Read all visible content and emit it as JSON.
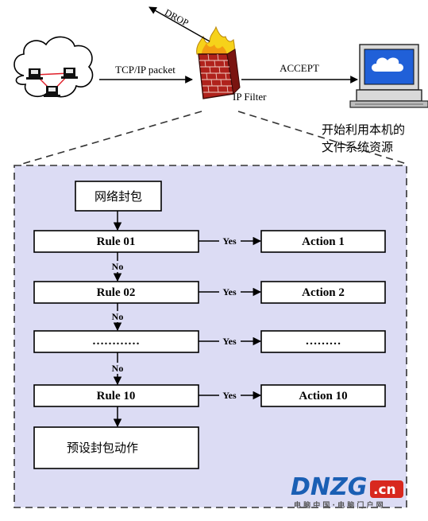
{
  "top": {
    "drop_label": "DROP",
    "packet_label": "TCP/IP packet",
    "filter_label": "IP Filter",
    "accept_label": "ACCEPT",
    "use_line1": "开始利用本机的",
    "use_line2": "文件系统资源"
  },
  "flow": {
    "start": "网络封包",
    "rules": [
      "Rule 01",
      "Rule 02",
      "…………",
      "Rule 10"
    ],
    "actions": [
      "Action 1",
      "Action 2",
      "………",
      "Action 10"
    ],
    "yes": "Yes",
    "no": "No",
    "default": "预设封包动作"
  },
  "watermark": {
    "brand_main": "DNZG",
    "brand_tld": ".cn",
    "tagline": "电 脑 中 国 · 电 脑 门 户 网"
  },
  "colors": {
    "panel_fill": "#dcdcf4",
    "brand_blue": "#1a5fb4",
    "brand_red": "#d8281e",
    "brick_red": "#b0221c",
    "flame_yellow": "#f6d21a",
    "screen_blue": "#2060d8"
  }
}
